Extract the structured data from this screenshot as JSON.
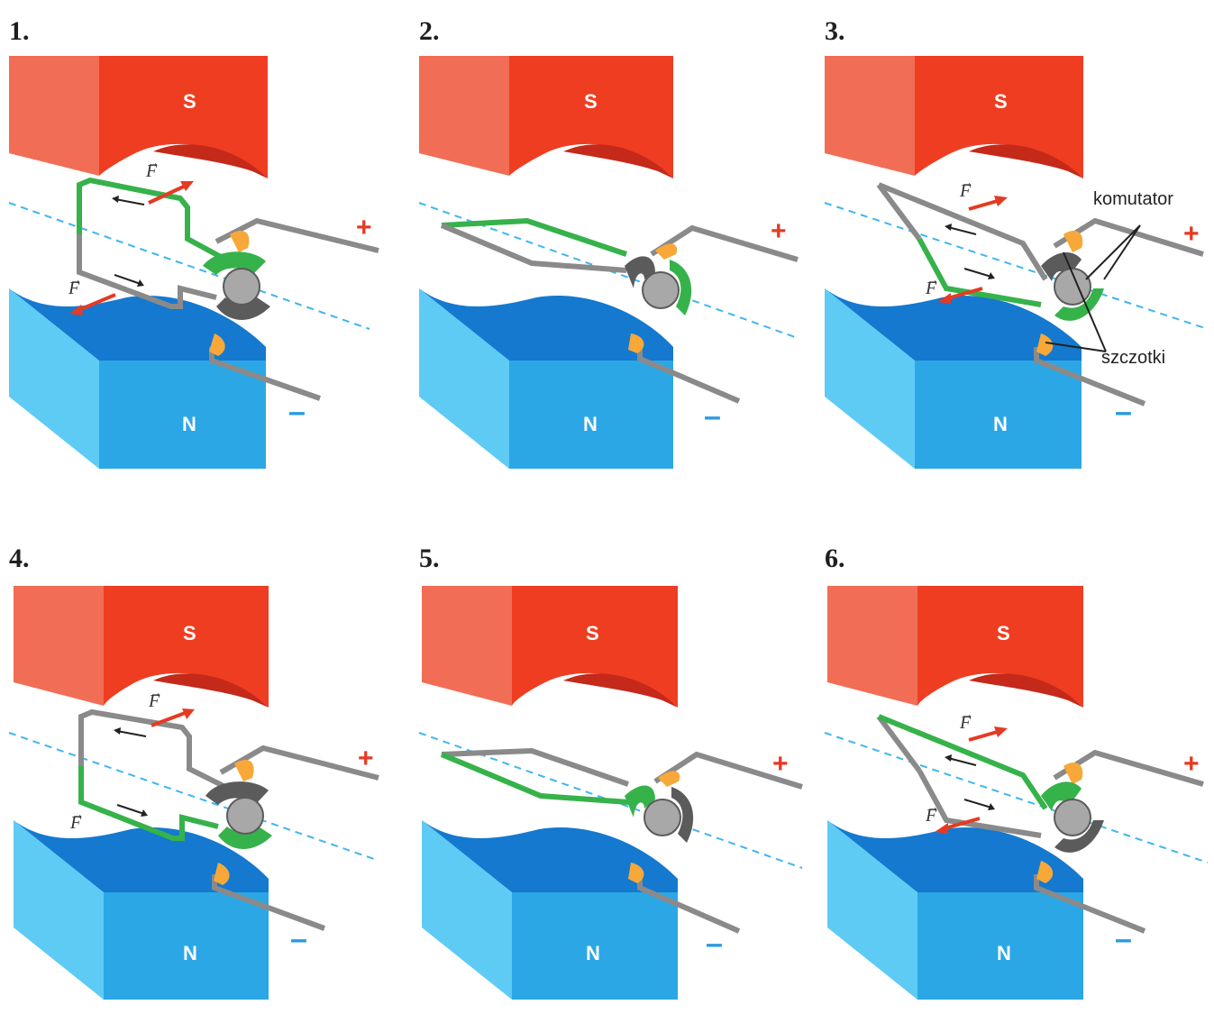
{
  "panels": [
    {
      "id": "p1",
      "number": "1.",
      "south": "S",
      "north": "N",
      "plus": "+",
      "minus": "–",
      "force": "F",
      "force_vec": "→"
    },
    {
      "id": "p2",
      "number": "2.",
      "south": "S",
      "north": "N",
      "plus": "+",
      "minus": "–"
    },
    {
      "id": "p3",
      "number": "3.",
      "south": "S",
      "north": "N",
      "plus": "+",
      "minus": "–",
      "force": "F",
      "force_vec": "→"
    },
    {
      "id": "p4",
      "number": "4.",
      "south": "S",
      "north": "N",
      "plus": "+",
      "minus": "–",
      "force": "F",
      "force_vec": "→"
    },
    {
      "id": "p5",
      "number": "5.",
      "south": "S",
      "north": "N",
      "plus": "+",
      "minus": "–"
    },
    {
      "id": "p6",
      "number": "6.",
      "south": "S",
      "north": "N",
      "plus": "+",
      "minus": "–",
      "force": "F",
      "force_vec": "→"
    }
  ],
  "labels": {
    "commutator": "komutator",
    "brushes": "szczotki"
  },
  "colors": {
    "south_pole": "#ef3d21",
    "south_pole_side": "#f26d55",
    "south_pole_dark": "#c4291a",
    "north_pole": "#2ba7e6",
    "north_pole_side": "#5ecbf4",
    "north_pole_top": "#1479cf",
    "coil_active": "#36b24a",
    "coil_inactive": "#8a8a8a",
    "force_arrow": "#e53a23",
    "axis_line": "#3fb6ee",
    "brush": "#f7a839"
  }
}
